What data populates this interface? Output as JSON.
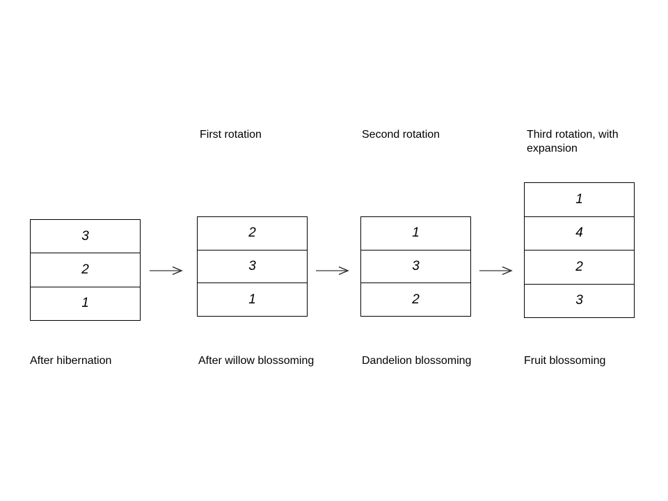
{
  "diagram_title": "hive-rotation-diagram",
  "colors": {
    "background": "#ffffff",
    "box_border": "#000000",
    "text": "#000000",
    "arrow_line": "#595959",
    "arrow_head": "#262626"
  },
  "headers": [
    "First rotation",
    "Second rotation",
    "Third rotation, with expansion"
  ],
  "stacks": [
    {
      "cells": [
        "3",
        "2",
        "1"
      ],
      "caption": "After hibernation"
    },
    {
      "cells": [
        "2",
        "3",
        "1"
      ],
      "caption": "After willow blossoming"
    },
    {
      "cells": [
        "1",
        "3",
        "2"
      ],
      "caption": "Dandelion blossoming"
    },
    {
      "cells": [
        "1",
        "4",
        "2",
        "3"
      ],
      "caption": "Fruit blossoming"
    }
  ],
  "arrows": [
    {
      "name": "arrow-1"
    },
    {
      "name": "arrow-2"
    },
    {
      "name": "arrow-3"
    }
  ]
}
